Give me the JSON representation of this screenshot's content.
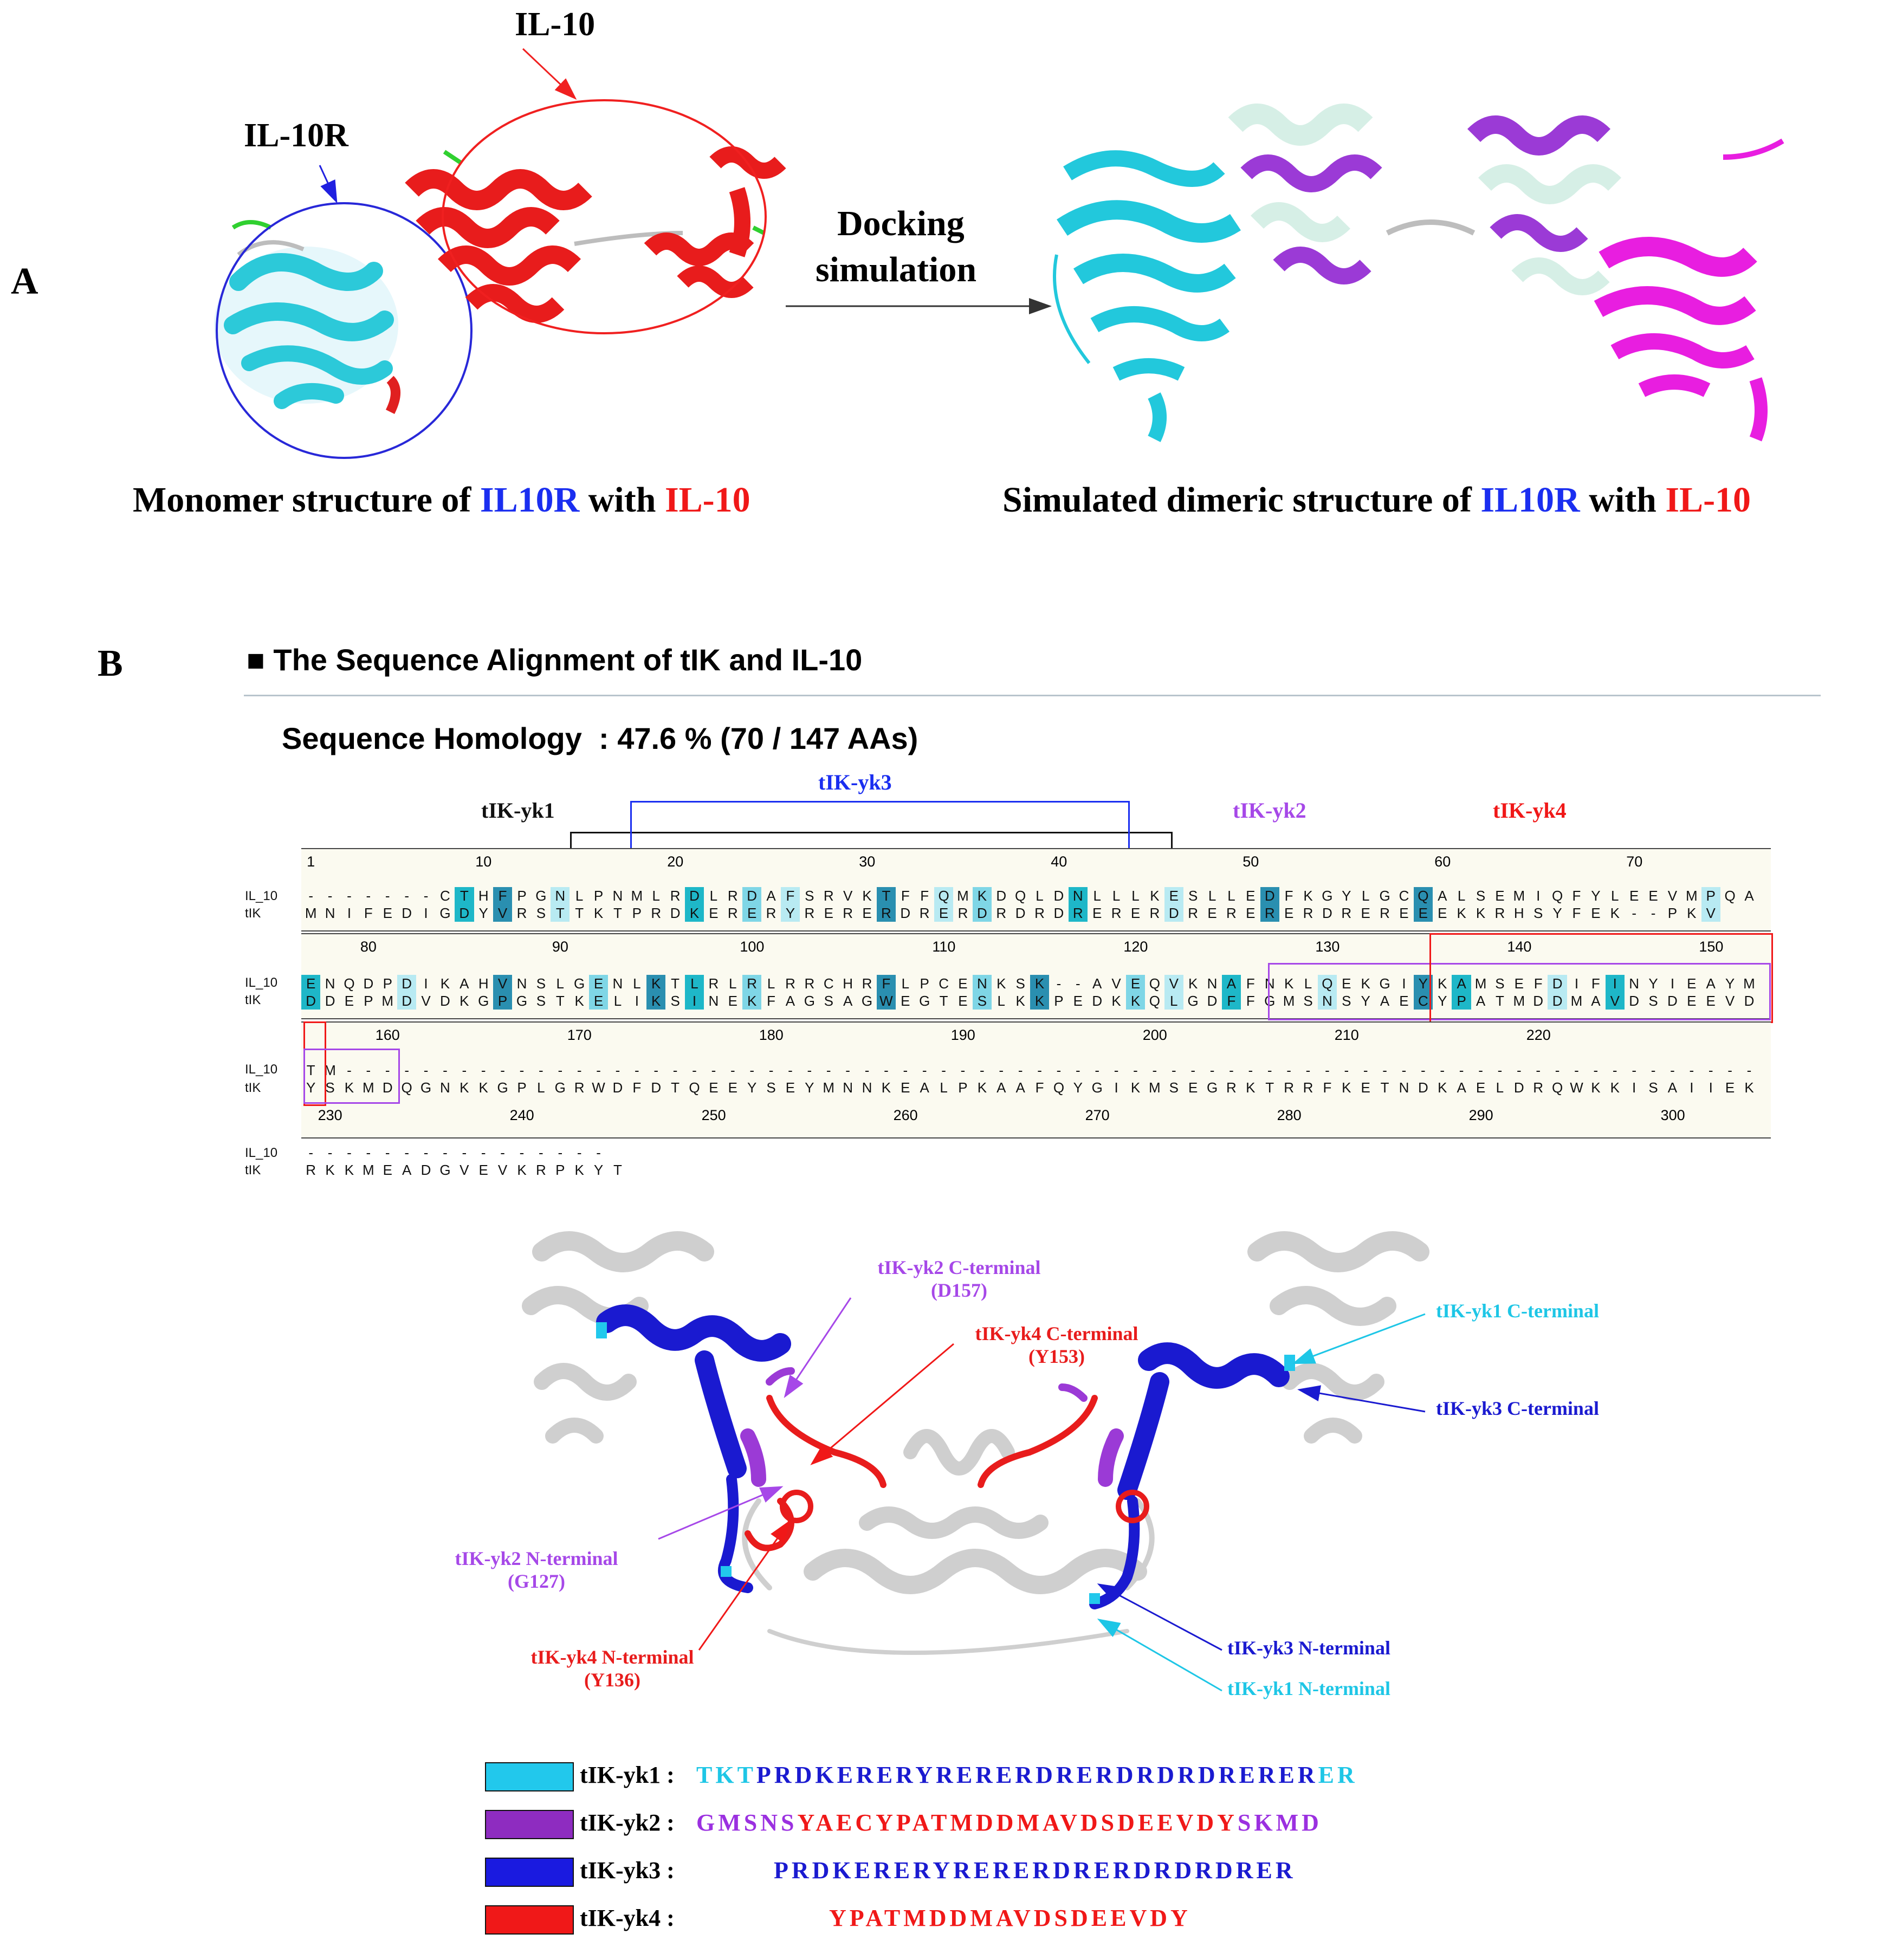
{
  "panel_a": {
    "letter": "A",
    "label_il10": "IL-10",
    "label_il10r": "IL-10R",
    "arrow_label_line1": "Docking",
    "arrow_label_line2": "simulation",
    "caption_left": {
      "p1": "Monomer structure of ",
      "p2": "IL10R",
      "p3": " with ",
      "p4": "IL-10"
    },
    "caption_right": {
      "p1": "Simulated dimeric structure of ",
      "p2": "IL10R",
      "p3": " with ",
      "p4": "IL-10"
    }
  },
  "panel_b": {
    "letter": "B",
    "heading": "■ The Sequence Alignment of tIK and IL-10",
    "homology_label": "Sequence Homology",
    "homology_value": ": 47.6 % (70 / 147 AAs)",
    "segments": {
      "yk1": "tIK-yk1",
      "yk2": "tIK-yk2",
      "yk3": "tIK-yk3",
      "yk4": "tIK-yk4"
    },
    "row_labels": {
      "il10": "IL_10",
      "tik": "tIK"
    },
    "alignment": {
      "block1": {
        "ticks": [
          "1",
          "10",
          "20",
          "30",
          "40",
          "50",
          "60",
          "70"
        ],
        "il10": "-------CTHFPGNLPNMLRDLRDAFSRVKTFFQMKDQLDNLLLKESLLEDFKGYLGCQALSEMIQFYLEEVMPQA",
        "tik": "MNIFEDIGDYVRSTTKTPRDKERERYRERERDRERDRDRDRERERDRERERERDREREEEKKRHSYFEK--PKV"
      },
      "block2": {
        "ticks": [
          "80",
          "90",
          "100",
          "110",
          "120",
          "130",
          "140",
          "150"
        ],
        "il10": "ENQDPDIKAHVNSLGENLKTLRLRLRRCHRFLPCENKSK--AVEQVKNAFNKLQEKGIYKAMSEFDIFINYIEAYM",
        "tik": "DDEPMDVDKGPGSTKELIKSINEKFAGSAGWEGTESLKKPEDKKQLGDFFGMSNSYAECYPATMDDMAVDSDEEVD"
      },
      "block3": {
        "ticks": [
          "160",
          "170",
          "180",
          "190",
          "200",
          "210",
          "220"
        ],
        "ticks_bottom": [
          "230",
          "240",
          "250",
          "260",
          "270",
          "280",
          "290",
          "300"
        ],
        "il10": "TM-----------------------------------------------------------------------------",
        "tik": "YSKMDQGNKKGPLGRWDFDTQEEYSEYMNNKEALPKAAFQYGIKMSEGRKTRRFKETNDKAELDRQWKKISAIIEK"
      },
      "block4": {
        "il10": "----------------",
        "tik": "RKKMEADGVEVKRPKYT"
      }
    },
    "structure_labels": {
      "yk2_c": "tIK-yk2 C-terminal",
      "yk2_c_res": "(D157)",
      "yk4_c": "tIK-yk4 C-terminal",
      "yk4_c_res": "(Y153)",
      "yk1_c": "tIK-yk1 C-terminal",
      "yk3_c": "tIK-yk3 C-terminal",
      "yk2_n": "tIK-yk2 N-terminal",
      "yk2_n_res": "(G127)",
      "yk4_n": "tIK-yk4 N-terminal",
      "yk4_n_res": "(Y136)",
      "yk3_n": "tIK-yk3 N-terminal",
      "yk1_n": "tIK-yk1 N-terminal"
    },
    "legend": [
      {
        "name": "tIK-yk1 :",
        "color": "#22c8ec",
        "seq_a": "TKT",
        "seq_b": "PRDKERERYRERERDRERDRDRDRERER",
        "seq_c": "ER"
      },
      {
        "name": "tIK-yk2 :",
        "color": "#8e2cc0",
        "seq_a": "GMSNS",
        "seq_b": "YAECYPATMDDMAVDSDEEVDY",
        "seq_c": "SKMD"
      },
      {
        "name": "tIK-yk3 :",
        "color": "#1a1ae0",
        "seq_a": "",
        "seq_b": "PRDKERERYRERERDRERDRDRDRER",
        "seq_c": ""
      },
      {
        "name": "tIK-yk4 :",
        "color": "#f01818",
        "seq_a": "",
        "seq_b": "YPATMDDMAVDSDEEVDY",
        "seq_c": ""
      }
    ]
  }
}
